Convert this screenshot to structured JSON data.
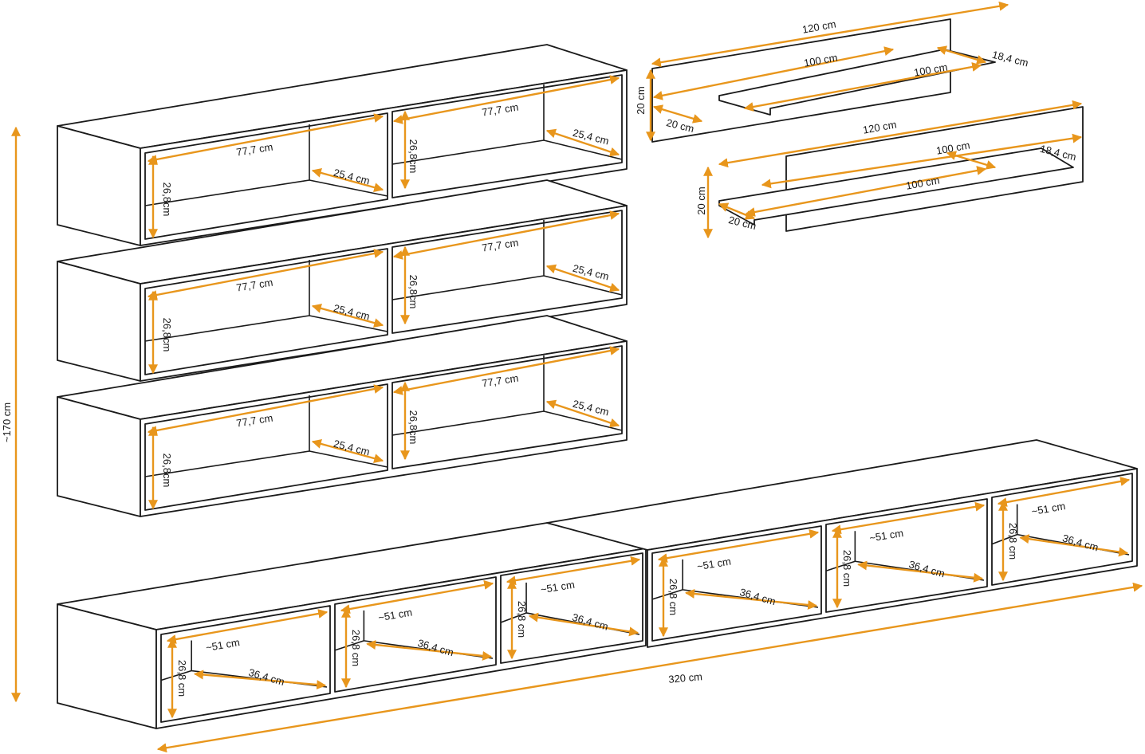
{
  "colors": {
    "dimension": "#e8961c",
    "outline": "#1a1a1a",
    "background": "#ffffff"
  },
  "overall": {
    "height_label": "~170 cm",
    "width_label": "320 cm"
  },
  "wall_cabinets": {
    "count": 3,
    "width_label": "77,7 cm",
    "depth_label": "25,4 cm",
    "height_label": "26,8cm"
  },
  "shelves": {
    "top": {
      "length_label": "120 cm",
      "inner_back_label": "100 cm",
      "inner_front_label": "100 cm",
      "depth_label": "18,4 cm",
      "height_label": "20 cm",
      "width_label": "20 cm"
    },
    "bottom": {
      "length_label": "120 cm",
      "inner_back_label": "100 cm",
      "inner_front_label": "100 cm",
      "depth_label": "18,4 cm",
      "height_label": "20 cm",
      "width_label": "20 cm"
    }
  },
  "tv_units": {
    "count": 2,
    "compartment_width_label": "~51 cm",
    "compartment_depth_label": "36,4 cm",
    "compartment_height_label": "26,8 cm"
  }
}
